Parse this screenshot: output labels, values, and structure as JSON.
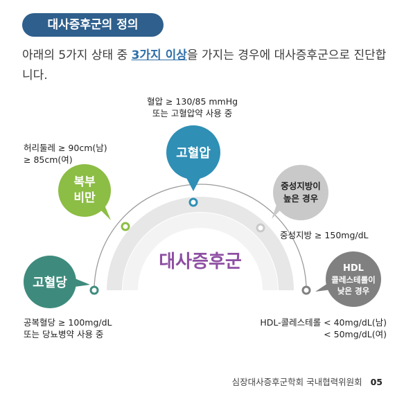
{
  "header": {
    "title": "대사증후군의 정의"
  },
  "intro": {
    "before": "아래의 5가지 상태 중 ",
    "highlight": "3가지 이상",
    "after": "을 가지는 경우에 대사증후군으로 진단합니다."
  },
  "center_label": "대사증후군",
  "criteria": [
    {
      "bubble_line1": "고혈당",
      "bubble_line2": "",
      "desc_line1": "공복혈당 ≥ 100mg/dL",
      "desc_line2": "또는 당뇨병약 사용 중",
      "color": "#3e8b7d"
    },
    {
      "bubble_line1": "복부",
      "bubble_line2": "비만",
      "desc_line1": "허리둘레 ≥ 90cm(남)",
      "desc_line2": "≥ 85cm(여)",
      "color": "#8cbd44"
    },
    {
      "bubble_line1": "고혈압",
      "bubble_line2": "",
      "desc_line1": "혈압 ≥ 130/85 mmHg",
      "desc_line2": "또는 고혈압약 사용 중",
      "color": "#2f8fb5"
    },
    {
      "bubble_line1": "중성지방이",
      "bubble_line2": "높은 경우",
      "desc_line1": "중성지방 ≥ 150mg/dL",
      "desc_line2": "",
      "color": "#c9c9c9"
    },
    {
      "bubble_line1": "HDL",
      "bubble_line2": "콜레스테롤이",
      "bubble_line3": "낮은 경우",
      "desc_line1": "HDL-콜레스테롤 < 40mg/dL(남)",
      "desc_line2": "< 50mg/dL(여)",
      "color": "#808080"
    }
  ],
  "footer": {
    "text": "심장대사증후군학회 국내협력위원회",
    "page": "05"
  }
}
